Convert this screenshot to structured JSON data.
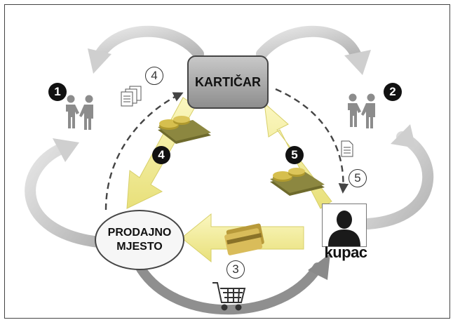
{
  "nodes": {
    "issuer": "KARTIČAR",
    "merchant_line1": "PRODAJNO",
    "merchant_line2": "MJESTO",
    "customer": "kupac"
  },
  "markers": {
    "m1": "1",
    "m2": "2",
    "m3": "3",
    "m4_outline": "4",
    "m4_filled": "4",
    "m5_filled": "5",
    "m5_outline": "5"
  },
  "colors": {
    "arrow_yellow": "#f3ee9a",
    "arrow_gray": "#c7c7c7",
    "box_gray": "#a8a8a8",
    "dashed": "#444444"
  },
  "icons": [
    "handshake-icon",
    "documents-icon",
    "document-icon",
    "money-icon",
    "credit-card-icon",
    "shopping-cart-icon",
    "person-silhouette-icon"
  ]
}
